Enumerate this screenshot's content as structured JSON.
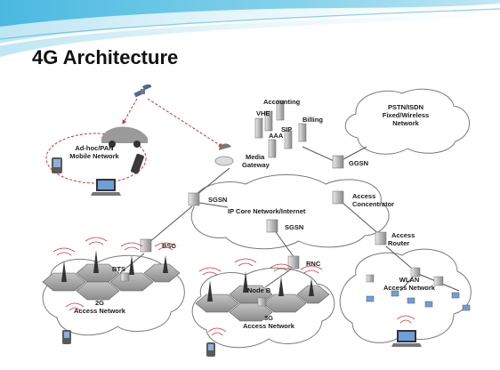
{
  "slide": {
    "title": "4G Architecture",
    "accent_color": "#2a9fd6"
  },
  "diagram": {
    "labels": {
      "accounting": "Accounting",
      "vhe": "VHE",
      "aaa": "AAA",
      "sip": "SIP",
      "billing": "Billing",
      "pstn_line1": "PSTN/ISDN",
      "pstn_line2": "Fixed/Wireless",
      "pstn_line3": "Network",
      "adhoc_line1": "Ad-hoc/PAN",
      "adhoc_line2": "Mobile Network",
      "media_gw_line1": "Media",
      "media_gw_line2": "Gateway",
      "ggsn": "GGSN",
      "sgsn_left": "SGSN",
      "ip_core": "IP Core Network/Internet",
      "sgsn_center": "SGSN",
      "access_conc_line1": "Access",
      "access_conc_line2": "Concentrator",
      "bsc": "BSC",
      "rnc": "RNC",
      "access_router_line1": "Access",
      "access_router_line2": "Router",
      "bts": "BTS",
      "net_2g_line1": "2G",
      "net_2g_line2": "Access Network",
      "nodeb": "Node B",
      "net_3g_line1": "3G",
      "net_3g_line2": "Access Network",
      "wlan_line1": "WLAN",
      "wlan_line2": "Access Network"
    },
    "colors": {
      "link": "#555555",
      "radio": "#d23030",
      "server": "#b9b9b9",
      "cell": "#a9a9a9"
    }
  }
}
